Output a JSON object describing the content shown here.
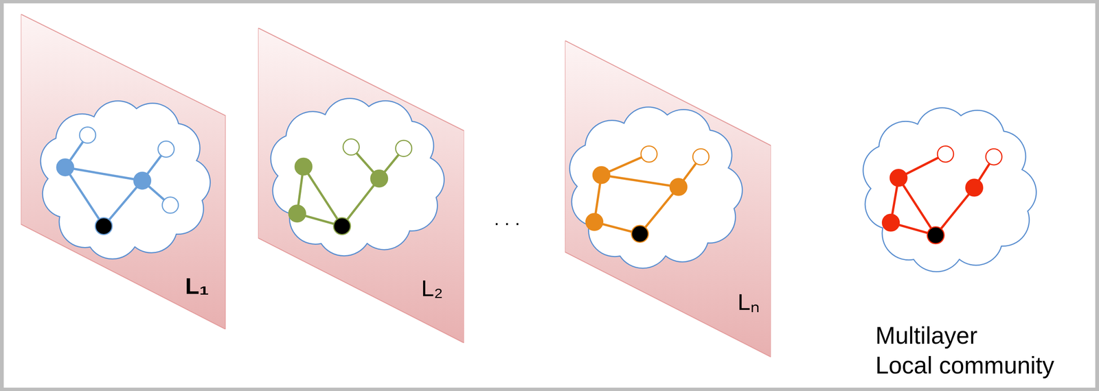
{
  "diagram": {
    "nodes": [
      {
        "text": [
          "L₁"
        ]
      },
      {
        "text": [
          "L₂"
        ]
      },
      {
        "text": [
          "Lₙ"
        ]
      }
    ],
    "labels": [
      ". . .",
      "Multilayer Local community"
    ]
  }
}
